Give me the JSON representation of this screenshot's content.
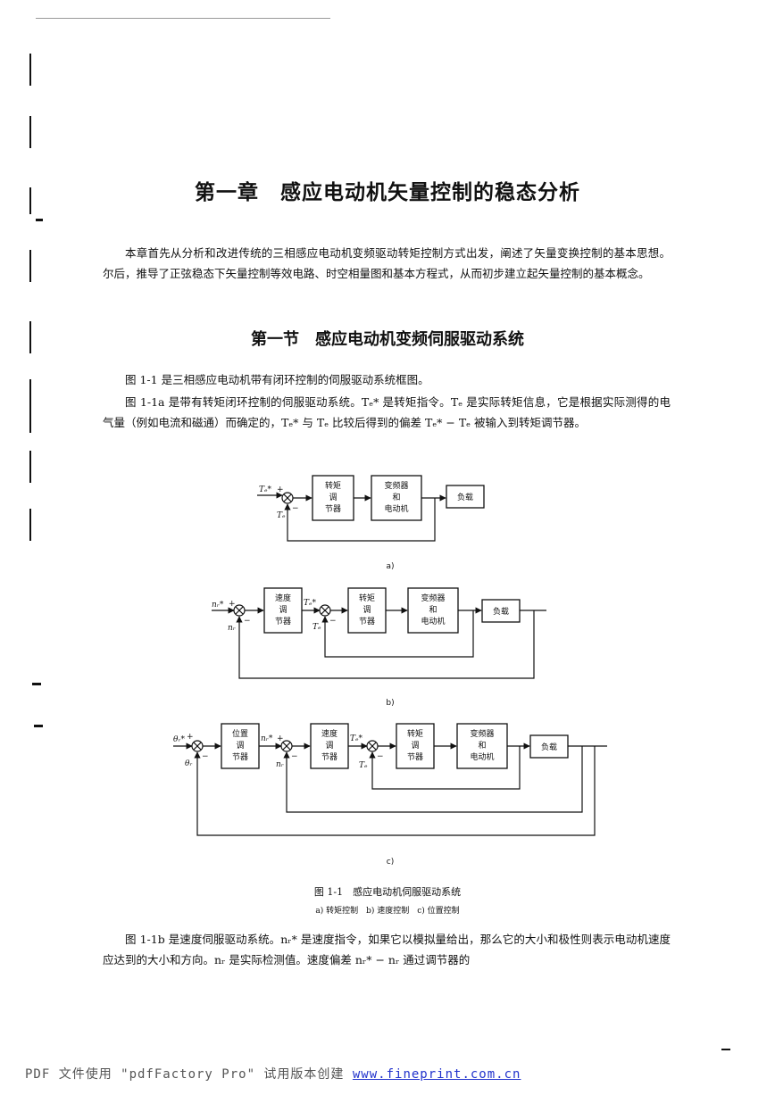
{
  "page": {
    "chapter_title": "第一章　感应电动机矢量控制的稳态分析",
    "intro": "本章首先从分析和改进传统的三相感应电动机变频驱动转矩控制方式出发，阐述了矢量变换控制的基本思想。尔后，推导了正弦稳态下矢量控制等效电路、时空相量图和基本方程式，从而初步建立起矢量控制的基本概念。",
    "section_title": "第一节　感应电动机变频伺服驱动系统",
    "para1": "图 1-1 是三相感应电动机带有闭环控制的伺服驱动系统框图。",
    "para2": "图 1-1a 是带有转矩闭环控制的伺服驱动系统。Tₑ* 是转矩指令。Tₑ 是实际转矩信息，它是根据实际测得的电气量（例如电流和磁通）而确定的，Tₑ* 与 Tₑ 比较后得到的偏差 Tₑ* − Tₑ 被输入到转矩调节器。",
    "para3": "图 1-1b 是速度伺服驱动系统。nᵣ* 是速度指令，如果它以模拟量给出，那么它的大小和极性则表示电动机速度应达到的大小和方向。nᵣ 是实际检测值。速度偏差 nᵣ* − nᵣ 通过调节器的"
  },
  "figure": {
    "blocks": {
      "torque_reg": [
        "转矩",
        "调",
        "节器"
      ],
      "speed_reg": [
        "速度",
        "调",
        "节器"
      ],
      "pos_reg": [
        "位置",
        "调",
        "节器"
      ],
      "inverter_motor": [
        "变频器",
        "和",
        "电动机"
      ],
      "load": "负载"
    },
    "signals": {
      "torque_ref": "Tₑ*",
      "torque_fb": "Tₑ",
      "speed_ref": "nᵣ*",
      "speed_fb": "nᵣ",
      "pos_ref": "θᵣ*",
      "pos_fb": "θᵣ",
      "plus": "+",
      "minus": "−"
    },
    "labels": {
      "a": "a)",
      "b": "b)",
      "c": "c)"
    },
    "caption": "图 1-1　感应电动机伺服驱动系统",
    "subcaption": "a) 转矩控制　b) 速度控制　c) 位置控制"
  },
  "footer": {
    "text": "PDF 文件使用 \"pdfFactory Pro\" 试用版本创建 ",
    "link": "www.fineprint.com.cn"
  }
}
